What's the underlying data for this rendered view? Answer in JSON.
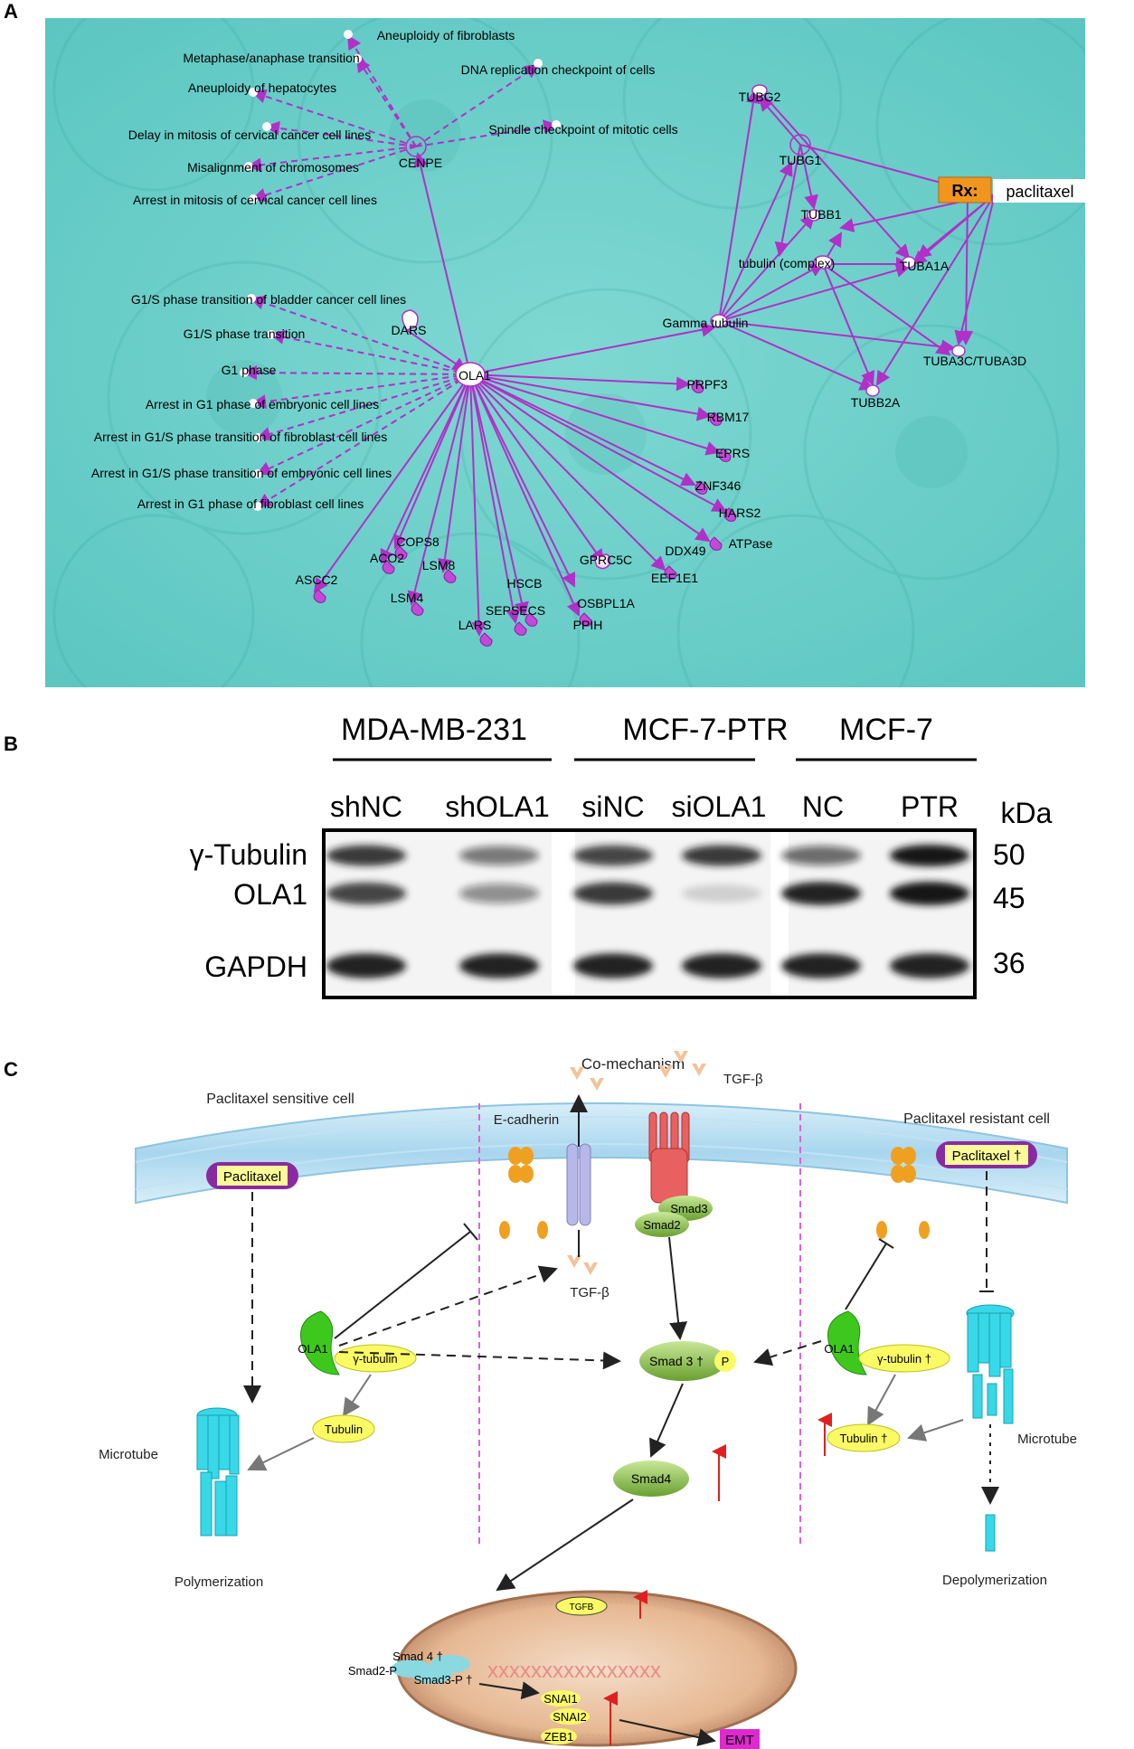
{
  "panels": {
    "a": {
      "letter": "A",
      "drug_prefix": "Rx:",
      "drug_name": "paclitaxel",
      "nodes": {
        "cenpe": "CENPE",
        "dars": "DARS",
        "ola1": "OLA1",
        "tubg2": "TUBG2",
        "tubg1": "TUBG1",
        "tubb1": "TUBB1",
        "tubulin_complex": "tubulin (complex)",
        "tuba1a": "TUBA1A",
        "gamma_tubulin": "Gamma tubulin",
        "tuba3c": "TUBA3C/TUBA3D",
        "tubb2a": "TUBB2A",
        "prpf3": "PRPF3",
        "rbm17": "RBM17",
        "eprs": "EPRS",
        "znf346": "ZNF346",
        "hars2": "HARS2",
        "atpase": "ATPase",
        "ddx49": "DDX49",
        "eef1e1": "EEF1E1",
        "gprc5c": "GPRC5C",
        "osbpl1a": "OSBPL1A",
        "ppih": "PPIH",
        "hscb": "HSCB",
        "sepsecs": "SEPSECS",
        "lars": "LARS",
        "lsm8": "LSM8",
        "lsm4": "LSM4",
        "cops8": "COPS8",
        "aco2": "ACO2",
        "ascc2": "ASCC2"
      },
      "functions": {
        "f1": "Aneuploidy of fibroblasts",
        "f2": "Metaphase/anaphase transition",
        "f3": "DNA replication checkpoint of cells",
        "f4": "Aneuploidy of hepatocytes",
        "f5": "Delay in mitosis of cervical cancer cell lines",
        "f6": "Spindle checkpoint of mitotic cells",
        "f7": "Misalignment of chromosomes",
        "f8": "Arrest in mitosis of cervical cancer cell lines",
        "f9": "G1/S phase transition of bladder cancer cell lines",
        "f10": "G1/S phase transition",
        "f11": "G1 phase",
        "f12": "Arrest in G1 phase of embryonic cell lines",
        "f13": "Arrest in G1/S phase transition of fibroblast cell lines",
        "f14": "Arrest in G1/S phase transition of embryonic cell lines",
        "f15": "Arrest in G1 phase of fibroblast cell lines"
      }
    },
    "b": {
      "letter": "B",
      "groups": [
        "MDA-MB-231",
        "MCF-7-PTR",
        "MCF-7"
      ],
      "lanes": [
        "shNC",
        "shOLA1",
        "siNC",
        "siOLA1",
        "NC",
        "PTR"
      ],
      "unit": "kDa",
      "proteins": [
        "γ-Tubulin",
        "OLA1",
        "GAPDH"
      ],
      "sizes": [
        "50",
        "45",
        "36"
      ],
      "band_intensity": {
        "gamma_tubulin": [
          0.85,
          0.55,
          0.8,
          0.85,
          0.6,
          1.0
        ],
        "ola1": [
          0.8,
          0.45,
          0.85,
          0.15,
          0.95,
          1.0
        ],
        "gapdh": [
          0.95,
          0.95,
          0.95,
          0.95,
          0.95,
          0.95
        ]
      }
    },
    "c": {
      "letter": "C",
      "title": "Co-mechanism",
      "left_title": "Paclitaxel sensitive cell",
      "right_title": "Paclitaxel resistant cell",
      "paclitaxel": "Paclitaxel",
      "paclitaxel_up": "Paclitaxel †",
      "ecadherin": "E-cadherin",
      "tgfb": "TGF-β",
      "smad3": "Smad3",
      "smad2": "Smad2",
      "smad3p": "Smad 3 †",
      "p": "P",
      "smad4": "Smad4",
      "ola1": "OLA1",
      "gamma_tubulin": "γ-tubulin",
      "gamma_tubulin_up": "γ-tubulin †",
      "tubulin": "Tubulin",
      "tubulin_up": "Tubulin †",
      "microtube": "Microtube",
      "polymerization": "Polymerization",
      "depolymerization": "Depolymerization",
      "nuc_smad4": "Smad 4 †",
      "nuc_smad2": "Smad2-P",
      "nuc_smad3": "Smad3-P †",
      "nuc_tgfb": "TGFB",
      "snai1": "SNAI1",
      "snai2": "SNAI2",
      "zeb1": "ZEB1",
      "emt": "EMT"
    }
  },
  "colors": {
    "network_bg": "#5ec9c4",
    "edge": "#b030c8",
    "drug_box": "#f0961e",
    "band": "#151515",
    "membrane": "#a8d6ee",
    "cadherin": "#f0a020",
    "tgfb": "#f4c29a",
    "receptor": "#e86060",
    "smad": "#8cc050",
    "ola1": "#3ec81e",
    "yellow_node": "#fafa64",
    "microtubule": "#38d8e8",
    "nucleus": "#c89a78",
    "emt": "#e028d0",
    "dashed_divider": "#e060e0",
    "red_arrow": "#e02020"
  }
}
